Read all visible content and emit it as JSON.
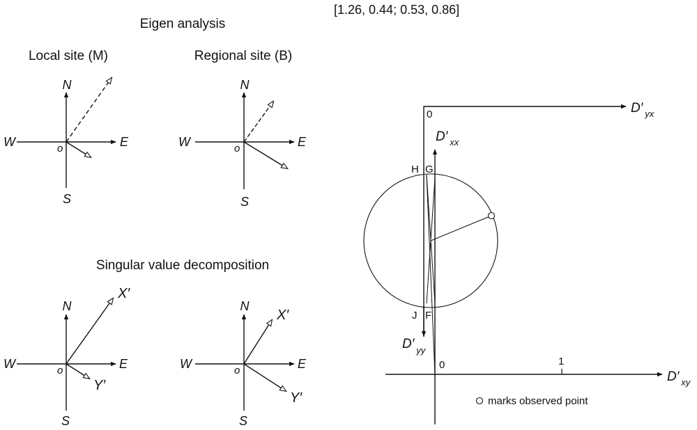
{
  "matrix_label": "[1.26, 0.44; 0.53, 0.86]",
  "eigen": {
    "title": "Eigen analysis",
    "local_title": "Local site (M)",
    "regional_title": "Regional site (B)"
  },
  "svd": {
    "title": "Singular value decomposition",
    "vector1_label": "X′",
    "vector2_label": "Y′"
  },
  "compass": {
    "north": "N",
    "south": "S",
    "east": "E",
    "west": "W",
    "origin": "o"
  },
  "mohr": {
    "axis_yx": "D′",
    "axis_yx_sub": "yx",
    "axis_xx": "D′",
    "axis_xx_sub": "xx",
    "axis_yy": "D′",
    "axis_yy_sub": "yy",
    "axis_xy": "D′",
    "axis_xy_sub": "xy",
    "zero_top": "0",
    "zero_bottom": "0",
    "one": "1",
    "points": {
      "H": "H",
      "G": "G",
      "J": "J",
      "F": "F"
    },
    "legend": "marks observed point"
  }
}
